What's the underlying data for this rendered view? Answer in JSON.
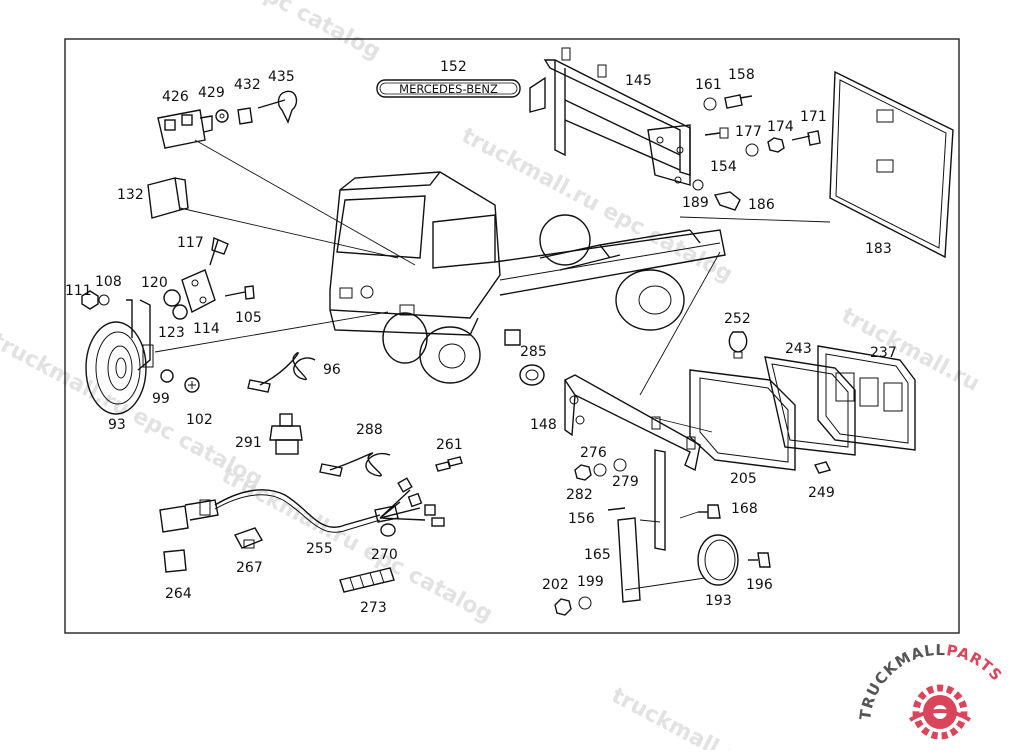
{
  "diagram": {
    "badge_text": "MERCEDES-BENZ",
    "labels": [
      "152",
      "145",
      "161",
      "158",
      "426",
      "429",
      "432",
      "435",
      "177",
      "174",
      "171",
      "154",
      "132",
      "189",
      "186",
      "183",
      "117",
      "120",
      "108",
      "111",
      "105",
      "114",
      "123",
      "252",
      "243",
      "237",
      "96",
      "285",
      "93",
      "99",
      "102",
      "148",
      "291",
      "288",
      "261",
      "276",
      "282",
      "279",
      "205",
      "249",
      "156",
      "168",
      "255",
      "270",
      "267",
      "165",
      "264",
      "202",
      "199",
      "193",
      "196",
      "273"
    ]
  },
  "watermarks": {
    "catalog": "truckmall.ru epc catalog",
    "catalog_short": "epc catalog",
    "site": "truckmall.ru",
    "logo_black": "TRUCKMALL",
    "logo_red": "PARTS"
  },
  "colors": {
    "brand_red": "#d9455a",
    "ink": "#111111",
    "watermark": "#d9d9d9"
  }
}
